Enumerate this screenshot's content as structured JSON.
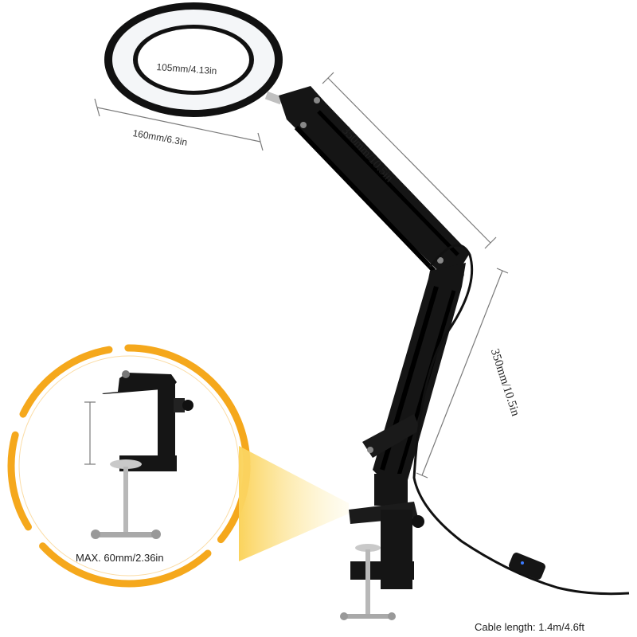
{
  "product": {
    "labels": {
      "inner_diameter": "105mm/4.13in",
      "outer_width": "160mm/6.3in",
      "upper_arm_length": "350mm/10.5in",
      "lower_arm_length": "350mm/10.5in",
      "clamp_max_opening": "MAX. 60mm/2.36in",
      "cable_length": "Cable length: 1.4m/4.6ft"
    },
    "colors": {
      "accent_orange": "#f5a81c",
      "glow_light": "#fdeeb0",
      "body_black": "#111111",
      "ring_light": "#f4f6f8",
      "dimension_line": "#7a7a7a"
    }
  }
}
